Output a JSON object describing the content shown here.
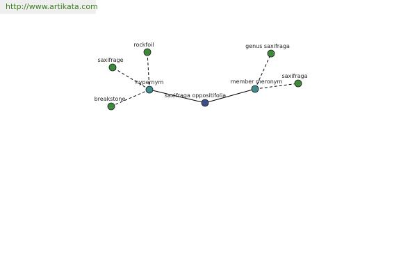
{
  "header": {
    "site_url": "http://www.artikata.com"
  },
  "colors": {
    "center_node": "#3a4f8c",
    "relation_node": "#3e8c8c",
    "term_node": "#3f8a3a",
    "node_stroke": "#1c1c1c",
    "edge": "#000000",
    "link_text": "#3c7d1e"
  },
  "graph": {
    "center": {
      "label": "saxifraga oppositifolia"
    },
    "relations": [
      {
        "label": "hypernym",
        "terms": [
          {
            "label": "rockfoil"
          },
          {
            "label": "saxifrage"
          },
          {
            "label": "breakstone"
          }
        ]
      },
      {
        "label": "member meronym",
        "terms": [
          {
            "label": "genus saxifraga"
          },
          {
            "label": "saxifraga"
          }
        ]
      }
    ]
  }
}
